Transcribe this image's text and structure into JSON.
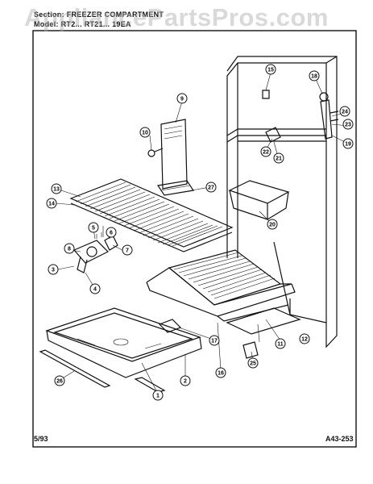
{
  "header": {
    "section_line": "Section: FREEZER COMPARTMENT",
    "model_line": "Model: RT2... RT21... 19EA"
  },
  "watermark": "AppliancePartsPros.com",
  "footer": {
    "date": "5/93",
    "code": "A43-253"
  },
  "callouts": [
    "1",
    "2",
    "3",
    "4",
    "5",
    "6",
    "7",
    "8",
    "9",
    "10",
    "11",
    "12",
    "13",
    "14",
    "15",
    "16",
    "17",
    "18",
    "19",
    "20",
    "21",
    "22",
    "23",
    "24",
    "25",
    "26",
    "27"
  ]
}
